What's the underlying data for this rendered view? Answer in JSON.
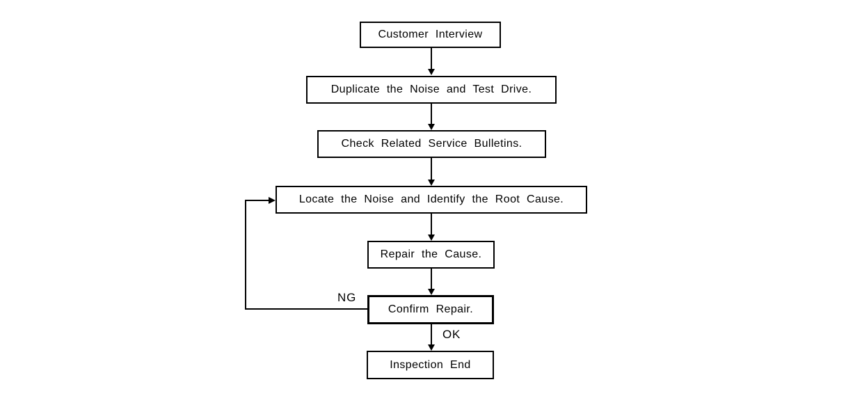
{
  "flowchart": {
    "nodes": [
      {
        "id": "customer-interview",
        "label": "Customer Interview"
      },
      {
        "id": "duplicate-noise-test-drive",
        "label": "Duplicate the Noise and Test Drive."
      },
      {
        "id": "check-service-bulletins",
        "label": "Check Related Service Bulletins."
      },
      {
        "id": "locate-noise-root-cause",
        "label": "Locate the Noise and Identify the Root Cause."
      },
      {
        "id": "repair-cause",
        "label": "Repair the Cause."
      },
      {
        "id": "confirm-repair",
        "label": "Confirm Repair."
      },
      {
        "id": "inspection-end",
        "label": "Inspection End"
      }
    ],
    "edge_labels": {
      "ng": "NG",
      "ok": "OK"
    },
    "colors": {
      "line": "#000000",
      "box_border": "#000000",
      "box_fill": "#ffffff",
      "background": "#ffffff"
    }
  }
}
